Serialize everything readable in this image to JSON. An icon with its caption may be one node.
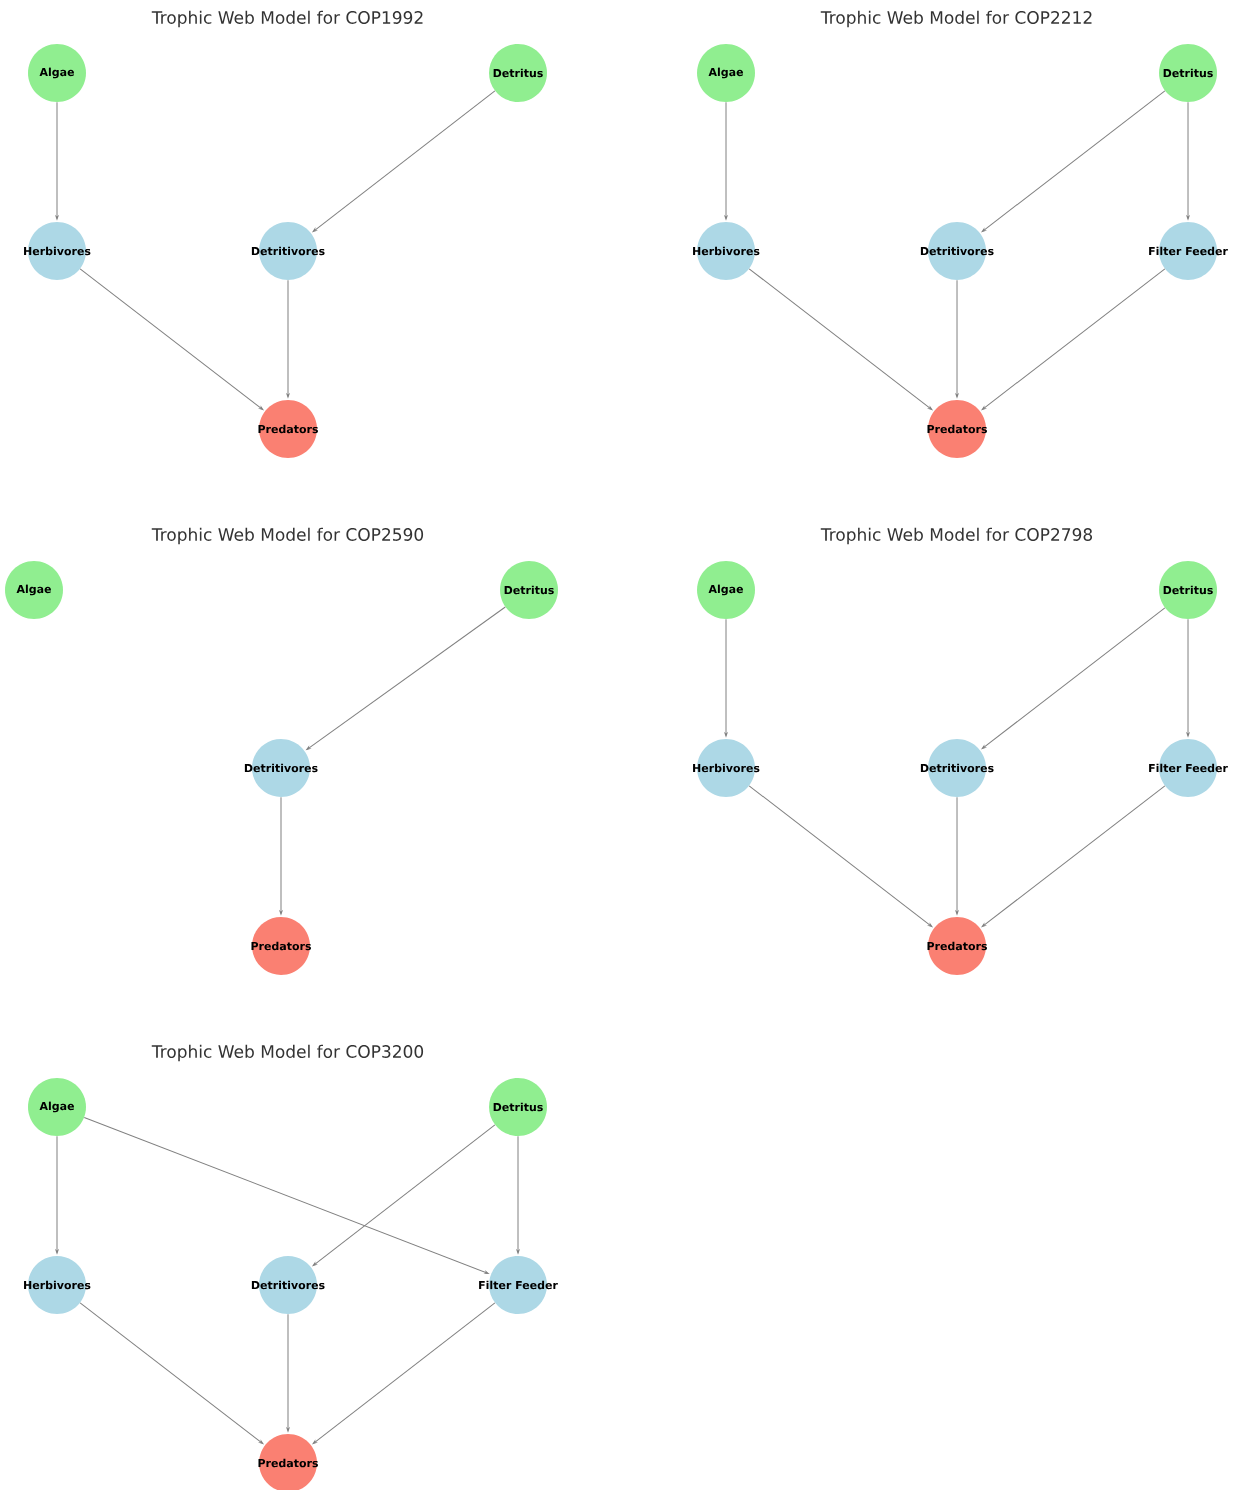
{
  "diagram": {
    "nodes": [
      {
        "text": [
          "Algae"
        ]
      },
      {
        "text": [
          "Detritus"
        ]
      },
      {
        "text": [
          "Herbivores"
        ]
      },
      {
        "text": [
          "Detritivores"
        ]
      },
      {
        "text": [
          "Predators"
        ]
      },
      {
        "text": [
          "Algae"
        ]
      },
      {
        "text": [
          "Detritus"
        ]
      },
      {
        "text": [
          "Herbivores"
        ]
      },
      {
        "text": [
          "Detritivores"
        ]
      },
      {
        "text": [
          "Filter Feeder"
        ]
      },
      {
        "text": [
          "Predators"
        ]
      },
      {
        "text": [
          "Algae"
        ]
      },
      {
        "text": [
          "Detritus"
        ]
      },
      {
        "text": [
          "Detritivores"
        ]
      },
      {
        "text": [
          "Predators"
        ]
      },
      {
        "text": [
          "Algae"
        ]
      },
      {
        "text": [
          "Detritus"
        ]
      },
      {
        "text": [
          "Herbivores"
        ]
      },
      {
        "text": [
          "Detritivores"
        ]
      },
      {
        "text": [
          "Filter Feeder"
        ]
      },
      {
        "text": [
          "Predators"
        ]
      },
      {
        "text": [
          "Algae"
        ]
      },
      {
        "text": [
          "Detritus"
        ]
      },
      {
        "text": [
          "Herbivores"
        ]
      },
      {
        "text": [
          "Detritivores"
        ]
      },
      {
        "text": [
          "Filter Feeder"
        ]
      },
      {
        "text": [
          "Predators"
        ]
      }
    ],
    "edges": [
      {
        "from": 0,
        "to": 2,
        "arrow": "to"
      },
      {
        "from": 1,
        "to": 3,
        "arrow": "to"
      },
      {
        "from": 2,
        "to": 4,
        "arrow": "to"
      },
      {
        "from": 3,
        "to": 4,
        "arrow": "to"
      },
      {
        "from": 5,
        "to": 7,
        "arrow": "to"
      },
      {
        "from": 6,
        "to": 8,
        "arrow": "to"
      },
      {
        "from": 6,
        "to": 9,
        "arrow": "to"
      },
      {
        "from": 7,
        "to": 10,
        "arrow": "to"
      },
      {
        "from": 8,
        "to": 10,
        "arrow": "to"
      },
      {
        "from": 9,
        "to": 10,
        "arrow": "to"
      },
      {
        "from": 12,
        "to": 13,
        "arrow": "to"
      },
      {
        "from": 13,
        "to": 14,
        "arrow": "to"
      },
      {
        "from": 15,
        "to": 17,
        "arrow": "to"
      },
      {
        "from": 16,
        "to": 18,
        "arrow": "to"
      },
      {
        "from": 16,
        "to": 19,
        "arrow": "to"
      },
      {
        "from": 17,
        "to": 20,
        "arrow": "to"
      },
      {
        "from": 18,
        "to": 20,
        "arrow": "to"
      },
      {
        "from": 19,
        "to": 20,
        "arrow": "to"
      },
      {
        "from": 21,
        "to": 23,
        "arrow": "to"
      },
      {
        "from": 21,
        "to": 25,
        "arrow": "to"
      },
      {
        "from": 22,
        "to": 24,
        "arrow": "to"
      },
      {
        "from": 22,
        "to": 25,
        "arrow": "to"
      },
      {
        "from": 23,
        "to": 26,
        "arrow": "to"
      },
      {
        "from": 24,
        "to": 26,
        "arrow": "to"
      },
      {
        "from": 25,
        "to": 26,
        "arrow": "to"
      }
    ],
    "labels": [
      "Trophic Web Model for COP1992",
      "Trophic Web Model for COP2212",
      "Trophic Web Model for COP2590",
      "Trophic Web Model for COP2798",
      "Trophic Web Model for COP3200"
    ]
  }
}
